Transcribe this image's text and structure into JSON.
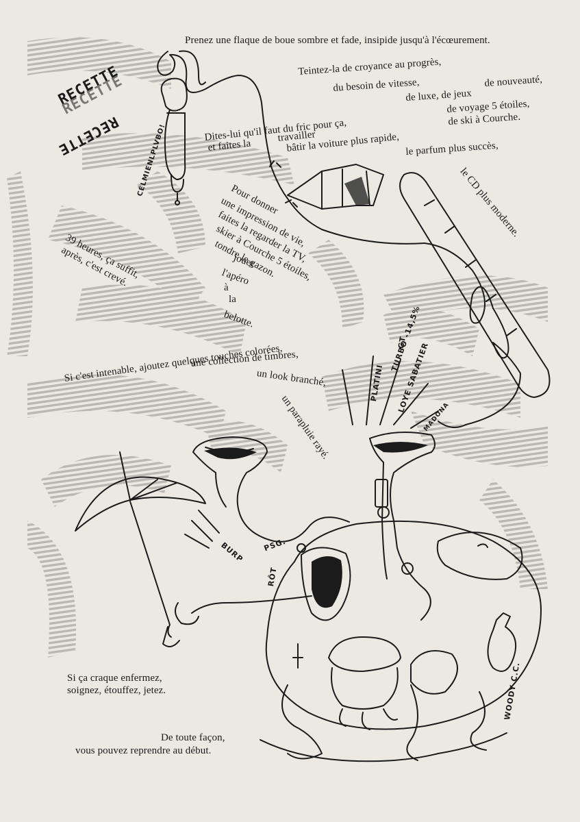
{
  "text": {
    "line1": "Prenez une flaque de boue sombre et fade, insipide jusqu'à l'écœurement.",
    "recette1": "RECETTE",
    "recette2": "RECETTE",
    "recette3": "RECETTE",
    "teintez": "Teintez-la de croyance au progrès,",
    "vitesse": "du besoin de vitesse,",
    "nouveaute": "de nouveauté,",
    "luxe": "de luxe, de jeux",
    "voyage": "de voyage 5 étoiles,",
    "ski": "de ski à Courche.",
    "dites": "Dites-lui qu'il faut du fric pour ça,",
    "faites": "et faites la",
    "travailler": "travailler",
    "batir": "bâtir la voiture plus rapide,",
    "parfum": "le parfum plus succès,",
    "cd": "le CD plus moderne.",
    "pourdonner": "Pour donner",
    "impression": "une impression de vie,",
    "regarder": "faites la regarder la TV,",
    "skier": "skier à Courche 5 étoiles,",
    "tondre": "tondre le gazon.",
    "jouer": "jouer",
    "apero": "l'apéro",
    "a": "à",
    "la": "la",
    "belotte": "belotte.",
    "heures39": "39 heures, ça suffit,",
    "apres": "après, c'est crevé.",
    "intenable": "Si c'est intenable, ajoutez quelques touches colorées,",
    "collection": "une collection de timbres,",
    "look": "un look branché,",
    "parapluie": "un parapluie rayé.",
    "craque": "Si ça craque enfermez,",
    "soignez": "soignez, étouffez, jetez.",
    "detoute": "De toute façon,",
    "reprendre": "vous pouvez reprendre au début.",
    "h_lyon": "CÉLMIENLPLVBO!",
    "h_platini": "PLATINI",
    "h_gt": "GT",
    "h_turbo": "TURBO -14,5%",
    "h_loye": "LOYE SABATIER",
    "h_madona": "MADONA",
    "h_burp": "BURP",
    "h_psg": "PSG.",
    "h_rot": "RÔT",
    "h_woody": "WOODY C.C."
  },
  "colors": {
    "paper": "#ebe9e2",
    "ink": "#1b1b1b",
    "hatch": "#b9b8b3"
  }
}
